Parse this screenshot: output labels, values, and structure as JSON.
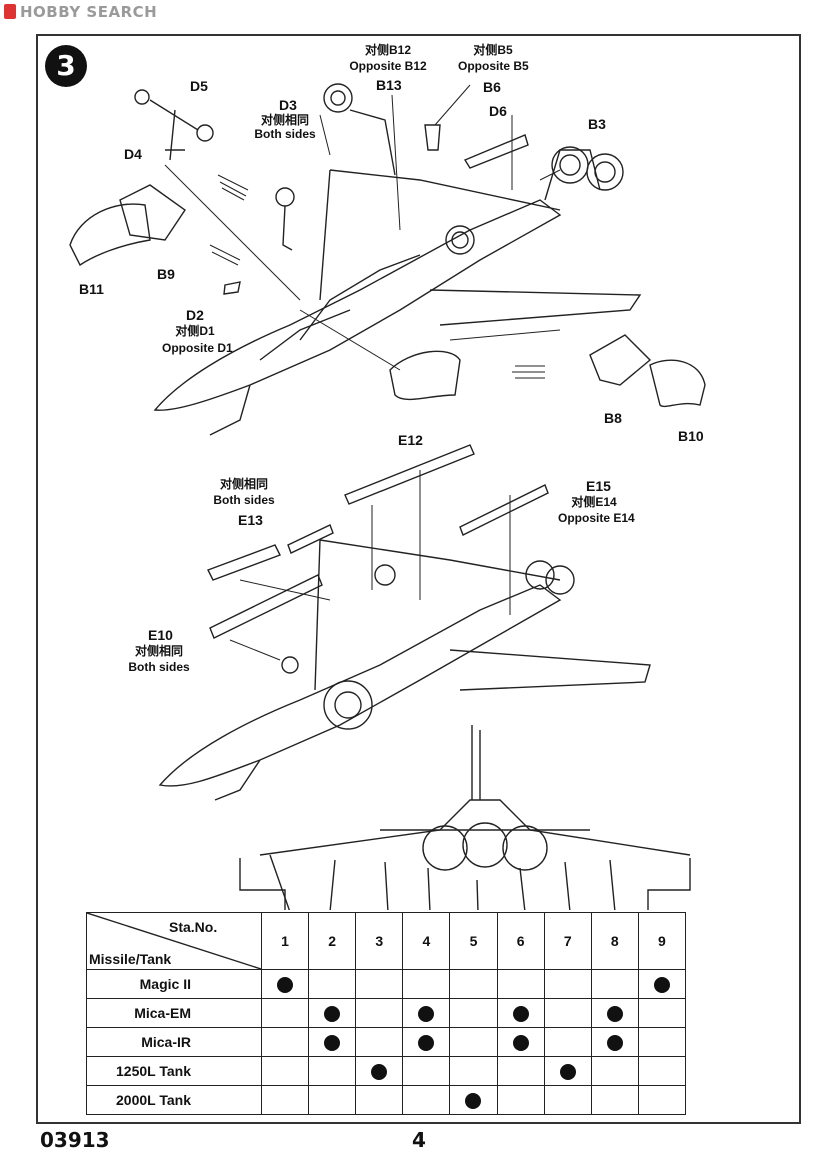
{
  "watermark": {
    "text": "HOBBY SEARCH"
  },
  "step": {
    "number": "3"
  },
  "labels": {
    "d5": "D5",
    "d4": "D4",
    "d3": "D3",
    "d3_cn": "对侧相同",
    "d3_en": "Both sides",
    "b12_cn": "对侧B12",
    "b12_en": "Opposite B12",
    "b13": "B13",
    "b5_cn": "对侧B5",
    "b5_en": "Opposite B5",
    "b6": "B6",
    "d6": "D6",
    "b3": "B3",
    "b9": "B9",
    "b11": "B11",
    "d2": "D2",
    "d1_cn": "对侧D1",
    "d1_en": "Opposite D1",
    "b8": "B8",
    "b10": "B10",
    "e12": "E12",
    "e13_cn": "对侧相同",
    "e13_en": "Both sides",
    "e13": "E13",
    "e15": "E15",
    "e14_cn": "对侧E14",
    "e14_en": "Opposite E14",
    "e10": "E10",
    "e10_cn": "对侧相同",
    "e10_en": "Both sides"
  },
  "table": {
    "sta_header": "Sta.No.",
    "missile_header": "Missile/Tank",
    "stations": [
      "1",
      "2",
      "3",
      "4",
      "5",
      "6",
      "7",
      "8",
      "9"
    ],
    "rows": [
      {
        "name": "Magic II",
        "marks": [
          true,
          false,
          false,
          false,
          false,
          false,
          false,
          false,
          true
        ]
      },
      {
        "name": "Mica-EM",
        "marks": [
          false,
          true,
          false,
          true,
          false,
          true,
          false,
          true,
          false
        ]
      },
      {
        "name": "Mica-IR",
        "marks": [
          false,
          true,
          false,
          true,
          false,
          true,
          false,
          true,
          false
        ]
      },
      {
        "name": "1250L Tank",
        "marks": [
          false,
          false,
          true,
          false,
          false,
          false,
          true,
          false,
          false
        ]
      },
      {
        "name": "2000L Tank",
        "marks": [
          false,
          false,
          false,
          false,
          true,
          false,
          false,
          false,
          false
        ]
      }
    ]
  },
  "footer": {
    "code": "03913",
    "page": "4"
  }
}
